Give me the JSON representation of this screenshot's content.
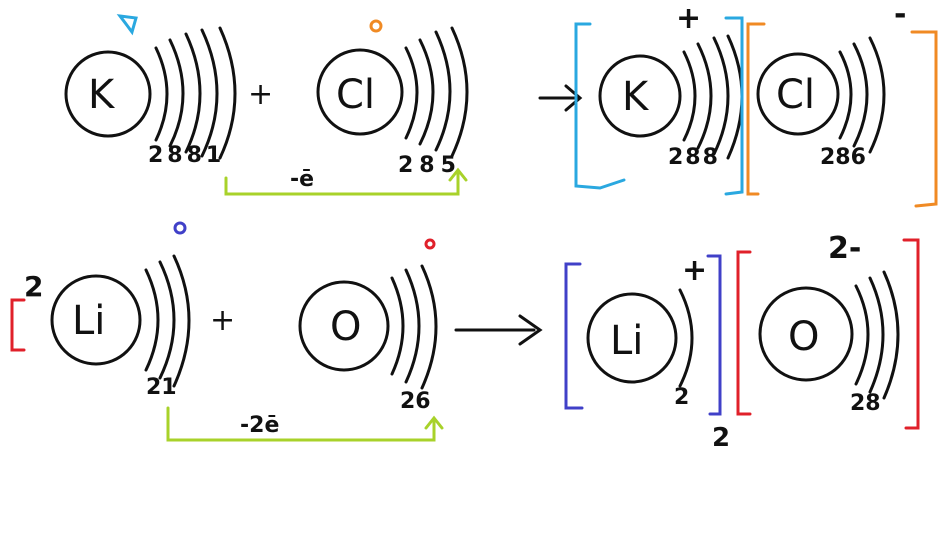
{
  "reaction1": {
    "atom1": {
      "symbol": "K",
      "charge": "0",
      "config": "2881"
    },
    "plus": "+",
    "atom2": {
      "symbol": "Cl",
      "charge": "0",
      "config": "285"
    },
    "transfer": "-ē",
    "arrow": "→",
    "ion1": {
      "symbol": "K",
      "charge": "+",
      "config": "288"
    },
    "ion2": {
      "symbol": "Cl",
      "charge": "-",
      "config": "286"
    }
  },
  "reaction2": {
    "coefficient": "2",
    "atom1": {
      "symbol": "Li",
      "charge": "0",
      "config": "21"
    },
    "plus": "+",
    "atom2": {
      "symbol": "O",
      "charge": "0",
      "config": "26"
    },
    "transfer": "-2ē",
    "arrow": "→",
    "ion1": {
      "symbol": "Li",
      "charge": "+",
      "config": "2",
      "subscript": "2"
    },
    "ion2": {
      "symbol": "O",
      "charge": "2-",
      "config": "28"
    }
  },
  "colors": {
    "ink": "#111111",
    "neutral_k": "#2aa8e0",
    "neutral_cl": "#f08a24",
    "neutral_li": "#4040c8",
    "neutral_o": "#e0202a",
    "transfer": "#a8d22a",
    "bracket_k": "#2aa8e0",
    "bracket_cl": "#f08a24",
    "bracket_li": "#4040c8",
    "bracket_o": "#e0202a"
  }
}
